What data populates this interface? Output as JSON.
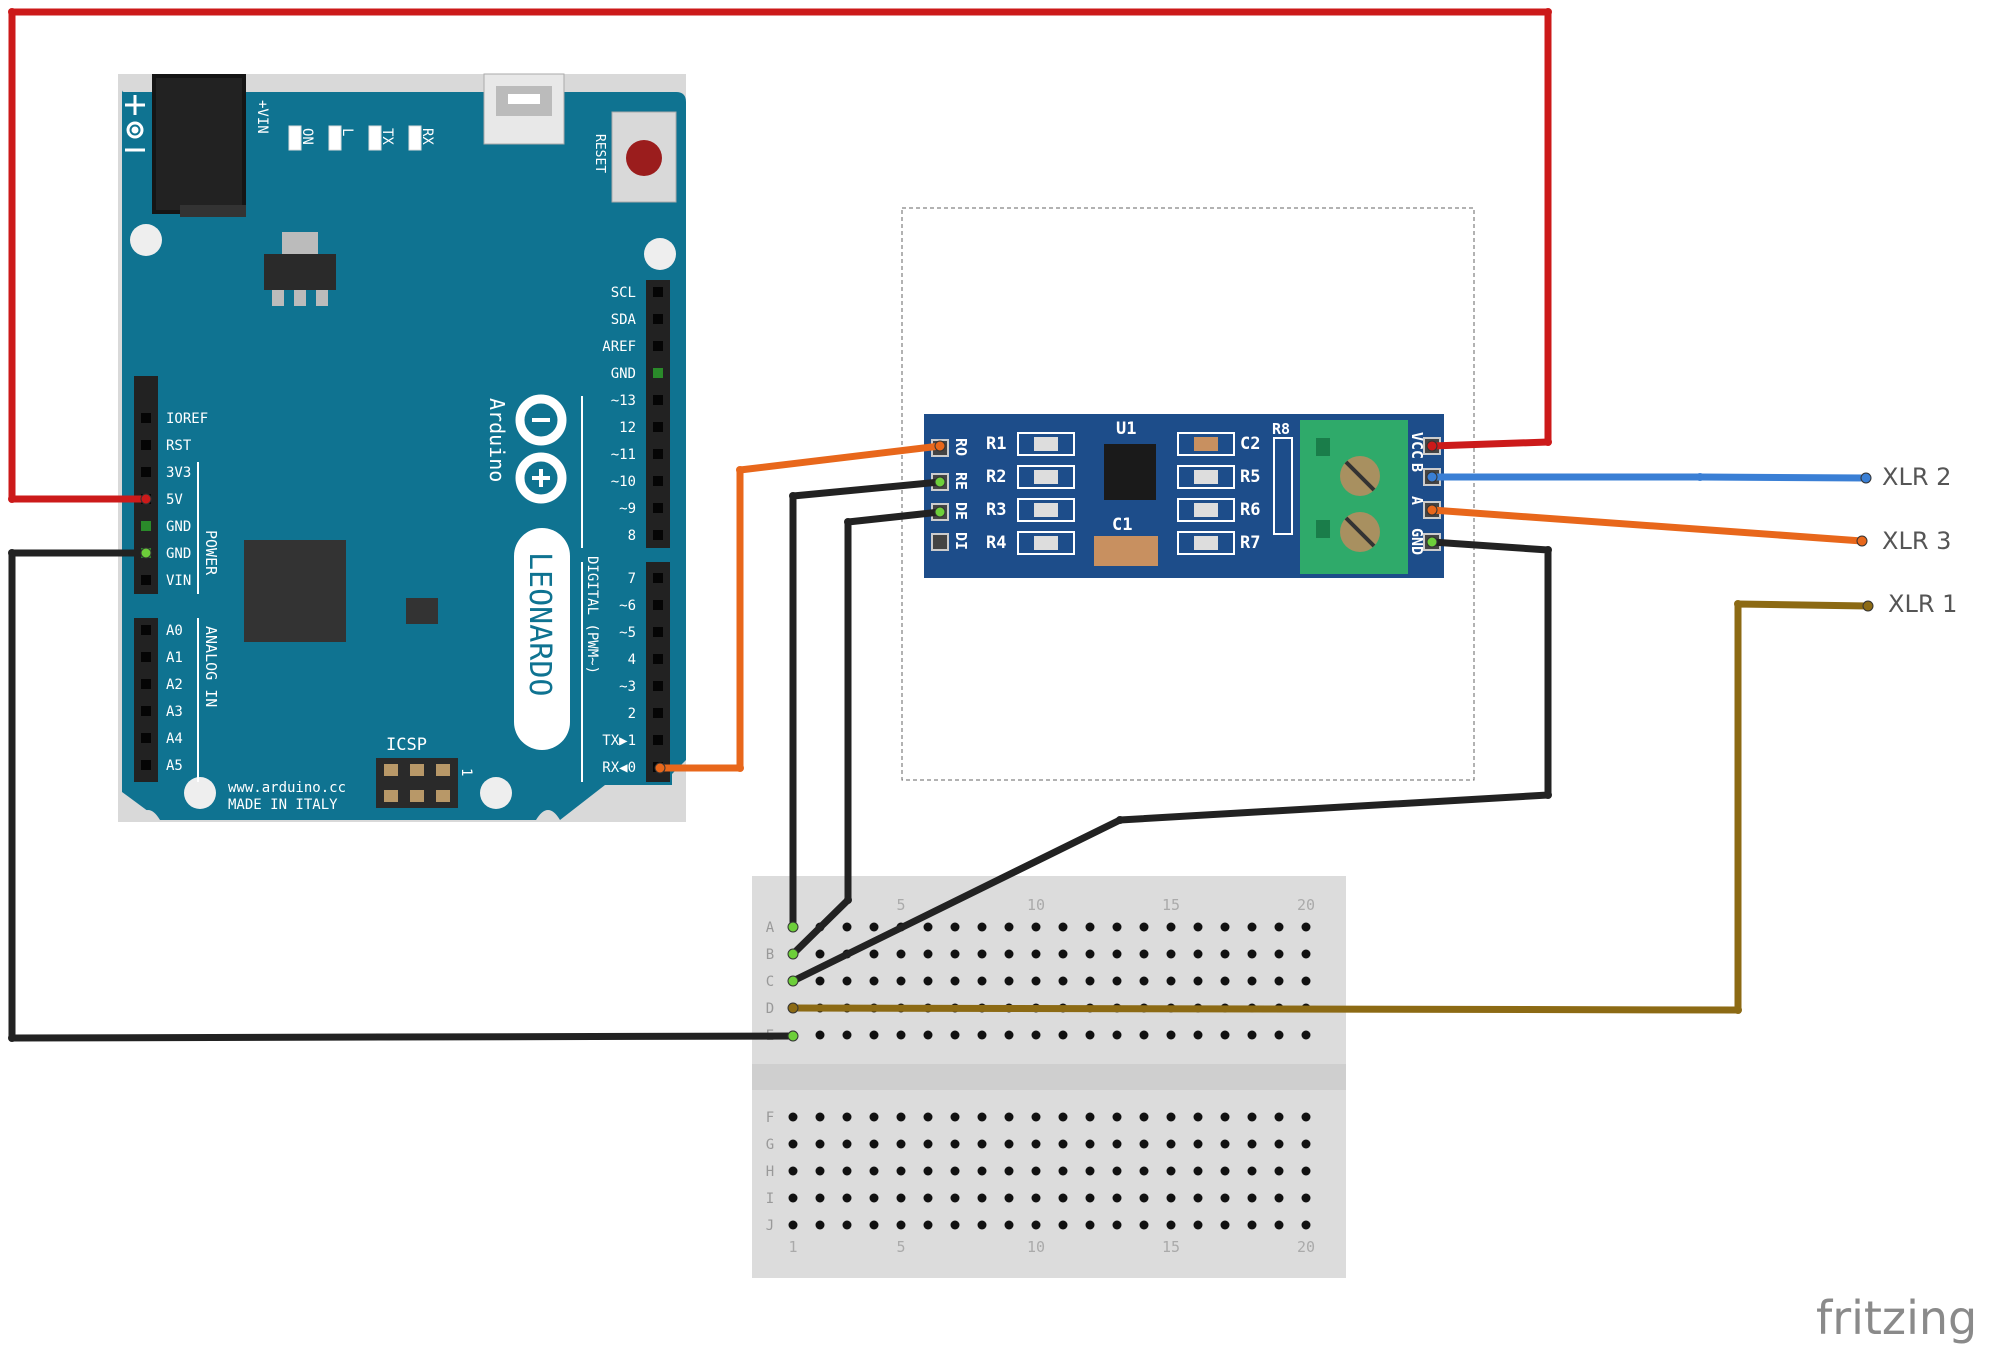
{
  "arduino": {
    "board_name": "LEONARDO",
    "brand": "Arduino",
    "website": "www.arduino.cc",
    "made_in": "MADE IN ITALY",
    "reset_label": "RESET",
    "icsp_label": "ICSP",
    "icsp_pin_one": "1",
    "vin_jack_label": "+VIN",
    "led_labels": [
      "ON",
      "L",
      "TX",
      "RX"
    ],
    "power_header_title": "POWER",
    "analog_header_title": "ANALOG IN",
    "digital_header_title": "DIGITAL (PWM~)",
    "power_pins": [
      "IOREF",
      "RST",
      "3V3",
      "5V",
      "GND",
      "GND",
      "VIN"
    ],
    "analog_pins": [
      "A0",
      "A1",
      "A2",
      "A3",
      "A4",
      "A5"
    ],
    "digital_top_pins": [
      "SCL",
      "SDA",
      "AREF",
      "GND",
      "~13",
      "12",
      "~11",
      "~10",
      "~9",
      "8"
    ],
    "digital_bottom_pins": [
      "7",
      "~6",
      "~5",
      "4",
      "~3",
      "2",
      "TX▶1",
      "RX◀0"
    ]
  },
  "rs485_module": {
    "left_pins": [
      "RO",
      "RE",
      "DE",
      "DI"
    ],
    "right_pins": [
      "VCC",
      "B",
      "A",
      "GND"
    ],
    "components": [
      "R1",
      "R2",
      "R3",
      "R4",
      "U1",
      "C1",
      "C2",
      "R5",
      "R6",
      "R7",
      "R8"
    ]
  },
  "breadboard": {
    "rows_top": [
      "A",
      "B",
      "C",
      "D",
      "E"
    ],
    "rows_bottom": [
      "F",
      "G",
      "H",
      "I",
      "J"
    ],
    "column_numbers": [
      "1",
      "5",
      "10",
      "15",
      "20"
    ]
  },
  "connectors": {
    "xlr2": "XLR 2",
    "xlr3": "XLR 3",
    "xlr1": "XLR 1"
  },
  "wire_colors": {
    "power_5v": "#cc1a1a",
    "ground": "#222222",
    "serial_rx": "#e8671b",
    "rs485_b": "#3a7fd5",
    "rs485_a": "#e8671b",
    "xlr1_signal": "#8c6a14"
  },
  "watermark": "fritzing"
}
